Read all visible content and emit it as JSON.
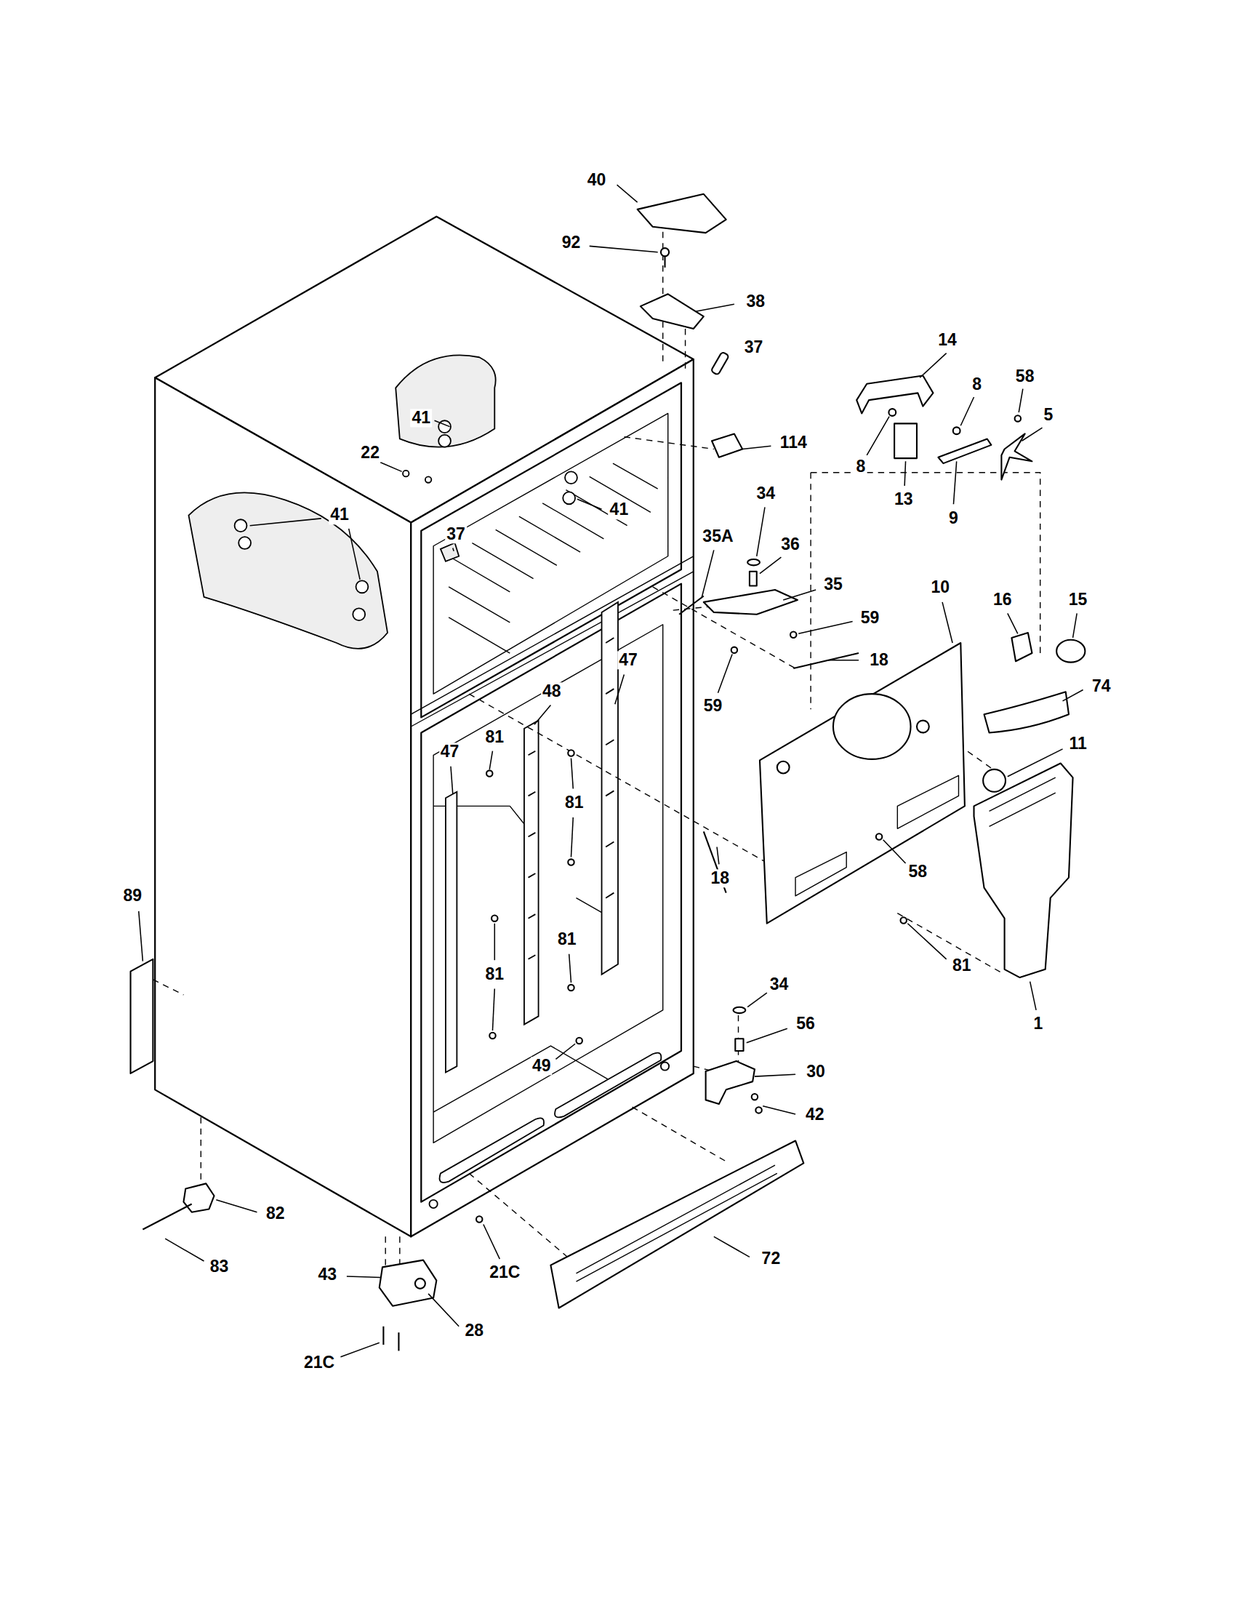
{
  "diagram": {
    "labels": [
      "40",
      "92",
      "38",
      "37",
      "14",
      "8",
      "58",
      "5",
      "41",
      "22",
      "114",
      "8",
      "13",
      "9",
      "41",
      "41",
      "37",
      "34",
      "36",
      "35A",
      "35",
      "10",
      "16",
      "15",
      "59",
      "18",
      "74",
      "48",
      "47",
      "47",
      "81",
      "59",
      "81",
      "11",
      "18",
      "58",
      "89",
      "81",
      "81",
      "81",
      "34",
      "1",
      "56",
      "49",
      "30",
      "42",
      "82",
      "83",
      "72",
      "21C",
      "43",
      "28",
      "21C"
    ]
  }
}
